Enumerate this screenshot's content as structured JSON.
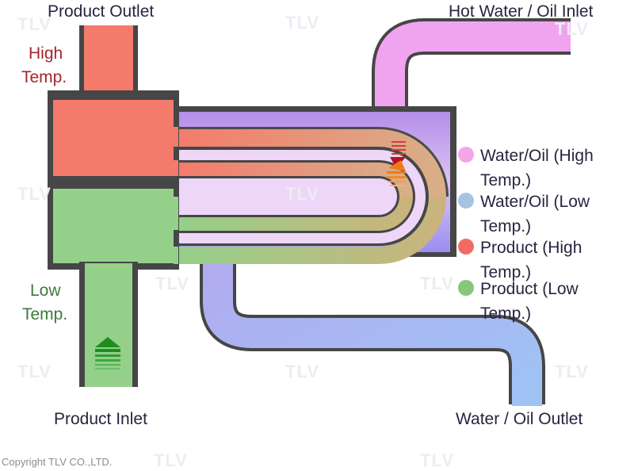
{
  "title": "Shell-and-tube heat exchanger (U-tube) flow diagram",
  "labels": {
    "product_outlet": "Product Outlet",
    "product_inlet": "Product Inlet",
    "hot_inlet": "Hot Water / Oil Inlet",
    "water_outlet": "Water / Oil Outlet",
    "high_temp_line1": "High",
    "high_temp_line2": "Temp.",
    "low_temp_line1": "Low",
    "low_temp_line2": "Temp."
  },
  "legend": [
    {
      "label": "Water/Oil (High Temp.)",
      "color": "#f4a6e6"
    },
    {
      "label": "Water/Oil (Low Temp.)",
      "color": "#a6c4e0"
    },
    {
      "label": "Product (High Temp.)",
      "color": "#f26b63"
    },
    {
      "label": "Product (Low Temp.)",
      "color": "#86c77a"
    }
  ],
  "colors": {
    "product_high": "#f47a6c",
    "product_low": "#94d08a",
    "water_high": "#f0a4f0",
    "water_low": "#a8b8f4",
    "shell": "#c4a8f0",
    "wall": "#464646",
    "tube_mid": "#d4b088",
    "arrow_green": "#1e8c1e",
    "arrow_orange": "#f07a1a"
  },
  "watermark": "TLV",
  "copyright": "Copyright TLV CO.,LTD."
}
